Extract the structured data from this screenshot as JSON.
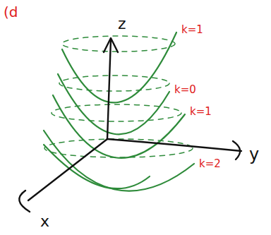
{
  "diagram": {
    "labels": [
      "(d",
      "z",
      "k=1",
      "k=0",
      "k=1",
      "y",
      "k=2",
      "x"
    ]
  }
}
